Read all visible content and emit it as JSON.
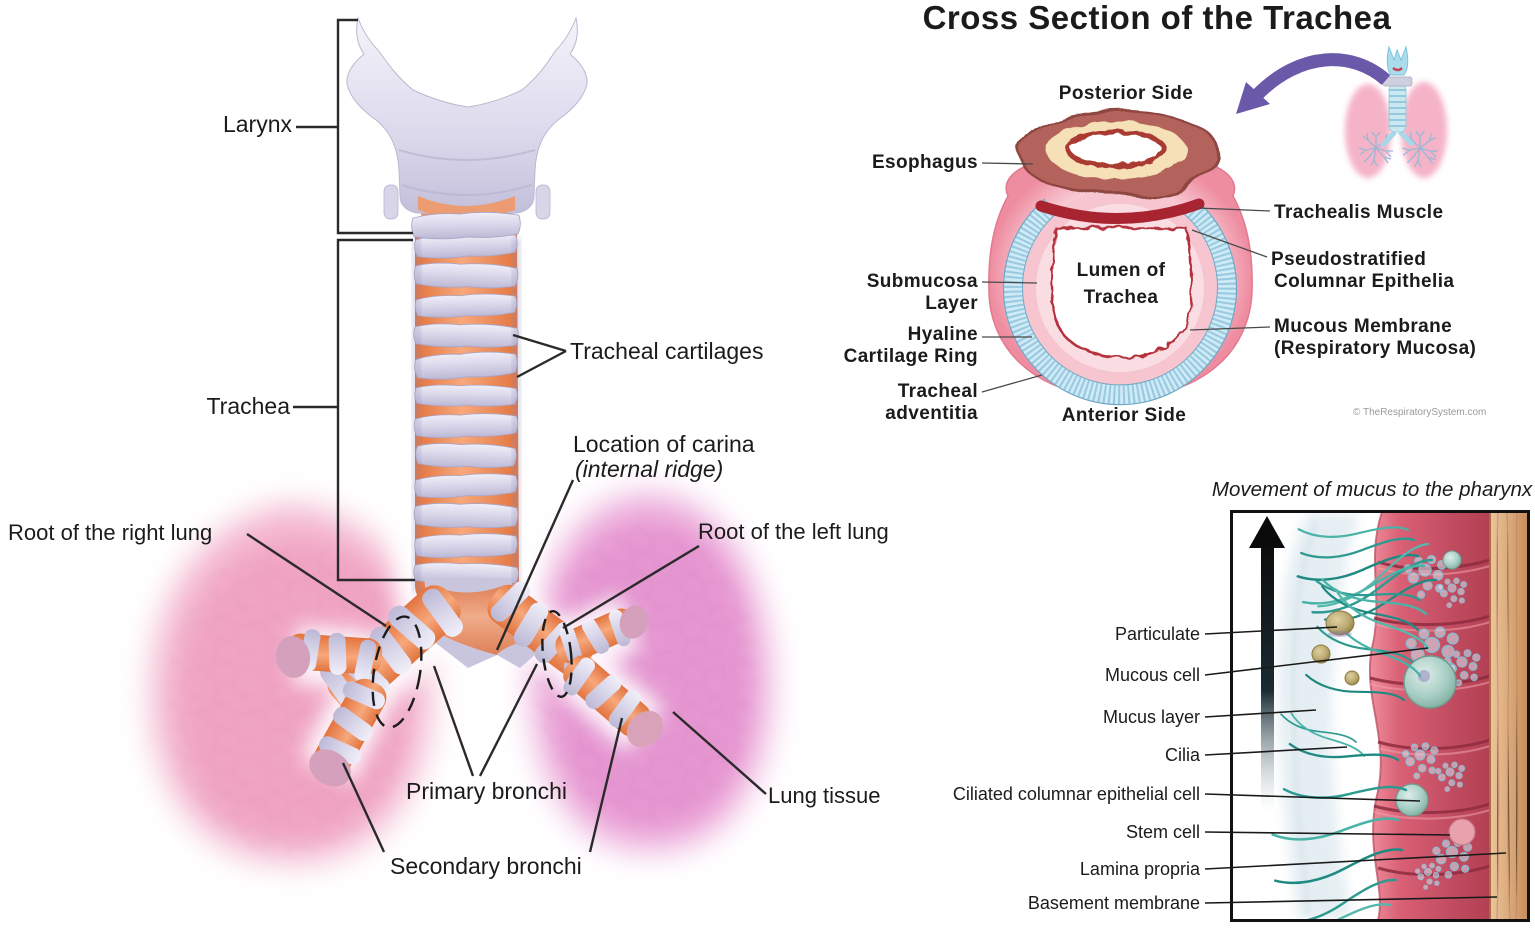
{
  "left_diagram": {
    "labels": {
      "larynx": "Larynx",
      "trachea": "Trachea",
      "tracheal_cartilages": "Tracheal cartilages",
      "carina_line1": "Location of carina",
      "carina_line2": "(internal ridge)",
      "root_right_lung": "Root of the right lung",
      "root_left_lung": "Root of the left lung",
      "primary_bronchi": "Primary bronchi",
      "secondary_bronchi": "Secondary bronchi",
      "lung_tissue": "Lung tissue"
    }
  },
  "cross_section": {
    "title": "Cross Section of the Trachea",
    "labels": {
      "posterior": "Posterior Side",
      "esophagus": "Esophagus",
      "trachealis": "Trachealis Muscle",
      "pseudo1": "Pseudostratified",
      "pseudo2": "Columnar Epithelia",
      "submucosa1": "Submucosa",
      "submucosa2": "Layer",
      "lumen1": "Lumen of",
      "lumen2": "Trachea",
      "hyaline1": "Hyaline",
      "hyaline2": "Cartilage Ring",
      "mucous1": "Mucous Membrane",
      "mucous2": "(Respiratory Mucosa)",
      "adventitia1": "Tracheal",
      "adventitia2": "adventitia",
      "anterior": "Anterior Side"
    },
    "credit": "© TheRespiratorySystem.com"
  },
  "mucus_panel": {
    "title": "Movement of mucus to the pharynx",
    "labels": {
      "particulate": "Particulate",
      "mucous_cell": "Mucous cell",
      "mucus_layer": "Mucus layer",
      "cilia": "Cilia",
      "ciliated_cell": "Ciliated columnar epithelial cell",
      "stem_cell": "Stem cell",
      "lamina_propria": "Lamina propria",
      "basement_membrane": "Basement membrane"
    }
  },
  "colors": {
    "lung_pink": "#f3b3cc",
    "lung_magenta": "#eba6d8",
    "cartilage_lavender": "#d8d5e9",
    "cartilage_orange": "#f0945f",
    "cs_outer_pink": "#f09cb0",
    "cs_cartilage_blue": "#c9e9f5",
    "cs_muscle_red": "#a82431",
    "esophagus_red": "#b4635c",
    "esophagus_cream": "#f6e0b8",
    "cilia_teal": "#2fa095",
    "cell_red": "#d65f72",
    "lamina_tan": "#d9a272",
    "arrow_purple": "#6a59a8"
  }
}
